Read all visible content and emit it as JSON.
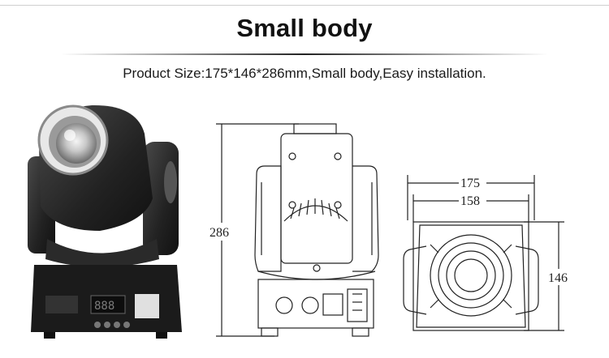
{
  "header": {
    "title": "Small body",
    "subtitle": "Product Size:175*146*286mm,Small body,Easy installation."
  },
  "dimensions": {
    "height_label": "286",
    "outer_width_label": "175",
    "inner_width_label": "158",
    "depth_label": "146"
  },
  "colors": {
    "line": "#222222",
    "body_dark": "#1e1e1e",
    "body_mid": "#3a3a3a"
  }
}
